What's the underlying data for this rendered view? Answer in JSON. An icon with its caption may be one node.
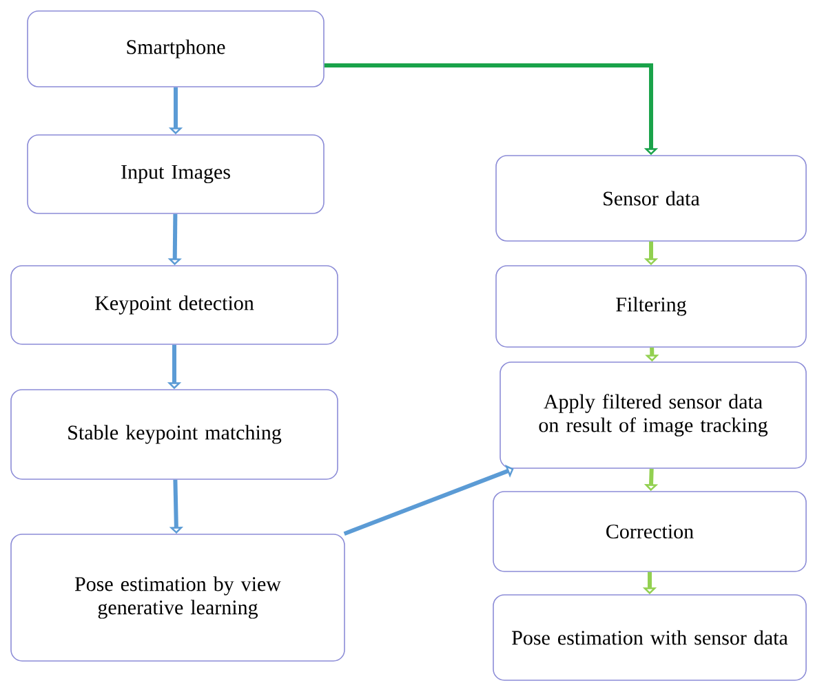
{
  "diagram": {
    "nodes": [
      {
        "text": [
          "Smartphone"
        ]
      },
      {
        "text": [
          "Input Images"
        ]
      },
      {
        "text": [
          "Keypoint detection"
        ]
      },
      {
        "text": [
          "Stable keypoint matching"
        ]
      },
      {
        "text": [
          "Pose estimation by view generative learning"
        ]
      },
      {
        "text": [
          "Sensor data"
        ]
      },
      {
        "text": [
          "Filtering"
        ]
      },
      {
        "text": [
          "Apply filtered sensor data on result of image tracking"
        ]
      },
      {
        "text": [
          "Correction"
        ]
      },
      {
        "text": [
          "Pose estimation with sensor data"
        ]
      }
    ],
    "edges": [
      {
        "from": 0,
        "to": 1,
        "arrow": "to"
      },
      {
        "from": 1,
        "to": 2,
        "arrow": "to"
      },
      {
        "from": 2,
        "to": 3,
        "arrow": "to"
      },
      {
        "from": 3,
        "to": 4,
        "arrow": "to"
      },
      {
        "from": 0,
        "to": 5,
        "arrow": "to",
        "color": "#1aa34a"
      },
      {
        "from": 5,
        "to": 6,
        "arrow": "to",
        "color": "#92d050"
      },
      {
        "from": 6,
        "to": 7,
        "arrow": "to",
        "color": "#92d050"
      },
      {
        "from": 7,
        "to": 8,
        "arrow": "to",
        "color": "#92d050"
      },
      {
        "from": 8,
        "to": 9,
        "arrow": "to",
        "color": "#92d050"
      },
      {
        "from": 4,
        "to": 7,
        "arrow": "to"
      }
    ]
  }
}
